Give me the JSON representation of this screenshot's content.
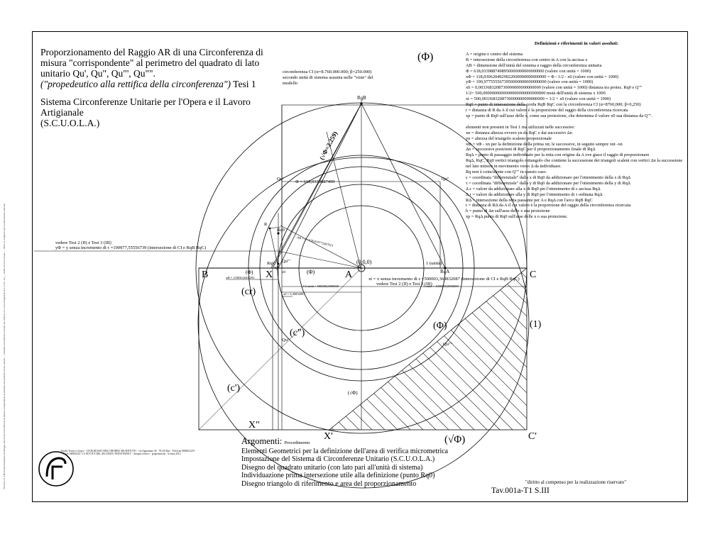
{
  "title": {
    "line1": "Proporzionamento del Raggio AR di una Circonferenza di misura  \"corrispondente\" al perimetro del quadrato di lato unitario Qu', Qu\", Qu\"', Qu\"\".",
    "line2_italic": "(\"propedeutico alla rettifica della circonferenza\")",
    "line2_rest": " Tesi 1"
  },
  "subtitle": {
    "line1": "Sistema Circonferenze Unitarie per l'Opera e il Lavoro Artigianale",
    "line2": "(S.C.U.O.L.A.)"
  },
  "phi_top": "(Φ)",
  "ci_note": "circonferenza CI (α=8.760.000.000; β=250.000) secondo unità di sistema assunta nelle \"viste\" del modello",
  "definitions": {
    "header": "Definizioni e riferimenti in valori assoluti:",
    "group1": [
      "A = origine e centro del sistema",
      "B = intersezione della circonferenza con centro in A con la ascissa x",
      "AB = dimensione dell'unità del sistema e raggio  della circonferenza unitaria",
      "Φ    = 618,0339887498950000000000000000  (valore con unità = 1000)",
      "xΦ = 118,0306204929022000000000000000  = Φ - 1/2 - x0 (valore con unità = 1000)",
      "yΦ = 190,9775555673950000000000000000 (valore con unità = 1000)",
      "x0   =   0,0033683208730000000000000000 (valore con unità = 1000)  distanza tra proiez. Rq0 e Q\"\"",
      "1/2= 500,0000000000000000000000000000 metà dell'unità di sistema x 1000",
      "xt  = 500,0033683208730000000000000000 = 1/2 + x0 (valore con unità = 1000)",
      "Rq0 =  punto di intersezione  della corda RqB RqC con la circonferenza CI (α=8760,000; β=0,250)",
      "r = distanza di R da A il cui valore è la proporzione del raggio della circonferenza ricercata",
      "xp = punto di Rq0 sull'asse delle x, come sua proiezione, che determina il valore x0 sua distanza da Q\"\"."
    ],
    "group2": [
      "elementi non presenti in Tesi 1 ma utilizzati nelle successive:",
      "xn = distanza altezza ovvero yn da RqC e dai successivi Δn",
      "yn = altezza del triangolo scaleno proporzionale",
      "xnt = xΦ - xn per la definizione della prima xn; le successive, in seguito sempre xnt -xn",
      "Δn =   successive posizioni di RqC per il proporzionamento finale di RqΔ",
      "RqΔ  =  punto di passaggio individuato per la retta con origine da A ove giace il raggio di proporzionare",
      "RqΔ, RqC, Rq0 vertici triangolo rettangolo che contiene la successione dei triangoli scaleni con vertici Δn la successione nel lato minore in movimento verso Δ da individuare.",
      "Rq non è coincidente con Q\"\" in questo caso.",
      "ε = coordinata \"differenziale\"  dalla  x di Rq0 da addizionare per l'ottenimento della x  di RqΔ",
      "τ = coordinata \"differenziale\"  dalla  y di Rq0 da addizionare per l'ottenimento della y di RqΔ",
      "Δ ε = valore da addizionare alla x di Rq0 per l'ottenimento di ε ascissa RqΔ",
      "Δ τ = valore da addizionare alla y di Rq0 per l'ottenimento di τ ordinata RqΔ",
      "RΔ =  intersezione della retta passante per  A e RqΔ con l'arco RqB RqC",
      "r = distanza di RΔ da A il cui valore è la proporzione del raggio della circonferenza ricercata",
      "h = punto di Δn sull'asse delle x sua proiezione",
      "xp = RqΔ punto di Rq0 sull'asse delle x o sua proiezione."
    ]
  },
  "diagram": {
    "origin_label": "(0,0,0)",
    "unit_label": "1 (unità)",
    "B": "B",
    "C": "C",
    "X": "X",
    "A": "A",
    "Cp": "C'",
    "Xp": "X'",
    "Xpp": "X\"",
    "phi_left": "(Φ)",
    "phi_mid": "(Φ)",
    "phi_right": "(Φ)",
    "one_label": "(1)",
    "sqrtphi_bottom": "(√Φ)",
    "sqrtphi_small": "(√Φ)",
    "cr": "(cr)",
    "cpp": "(c\")",
    "cp": "(c')",
    "RqB": "RqB",
    "RqA": "RqA",
    "Rq0": "Rq0",
    "RqC": "RqC",
    "R": "R",
    "Qu_p": "Qu'",
    "Qu_pp": "Qu\"",
    "Qu_ppp": "Qu\"'",
    "Qu_pppp": "Qu\"\"",
    "Qu_left_top": "Qu\"",
    "phi_value": "Φ = 618,0339887499",
    "sqrt_label": "(√Φ=2.259)",
    "ar_label": "AR = r = 636,619772367613",
    "yphi_ref1": "vedere Tesi 2 (II) e Tesi 3 (III)",
    "yphi_ref2": "yΦ = y senza incremento di τ =190977,55556739 (intersezione di CI e RqB RqC)",
    "xt_ref1": "xt = x senza incremento di ε =500003,368832087 (intersezione di CI e RqB RqC)",
    "xt_ref2": "vedere Tesi 2 (II) e Tesi 3 (III)",
    "xphi_small": "xΦ = 118030,6204293",
    "half_unit": "1/2 unità = 500000,0000000",
    "x0_small": "x0 = 3,36832087",
    "unit_full": "1 unità = 1000000,0000000",
    "xp_label": "xp",
    "x0_label": "x0"
  },
  "arguments": {
    "heading": "Argomenti:",
    "heading_small": "Procedimento",
    "items": [
      "Elementi Geometrici per la definizione dell'area di verifica micrometrica",
      "Impostazione del Sistema di Circonferenze Unitario (S.C.U.O.L.A.)",
      "Disegno del quadrato unitario (con lato pari all'unità di sistema)",
      "Individuazione prima intersezione utile alla definizione (punto Rq0)",
      "Disegno triangolo di riferimento e area del proporzionamento"
    ]
  },
  "diritto": "\"diritto al compenso per la realizzazione riservato\"",
  "tav": "Tav.001a-T1 S.III",
  "stamp_text": "Studio Tecnico Grasso · GIANGRASSO MELCHIORRE ARCHITETTO · via Appennino 26 · 70126 Bari · Telefono 0808252219 · Titolo ABBOZZI \"LA NOVITÀ DEL SECONDO TRENTENNIO\" · disegno tecnico · progettazione · licenza 2012",
  "side_text": "Tav.001a-T1 S.III Proporzionamento del Raggio AR di una Circonferenza di misura corrispondente al perimetro del quadrato di lato unitario — Sistema Circonferenze Unitarie per l'Opera e il Lavoro Artigianale (S.C.U.O.L.A.) — Studio Tecnico Grasso — diritto al compenso per la realizzazione riservato"
}
